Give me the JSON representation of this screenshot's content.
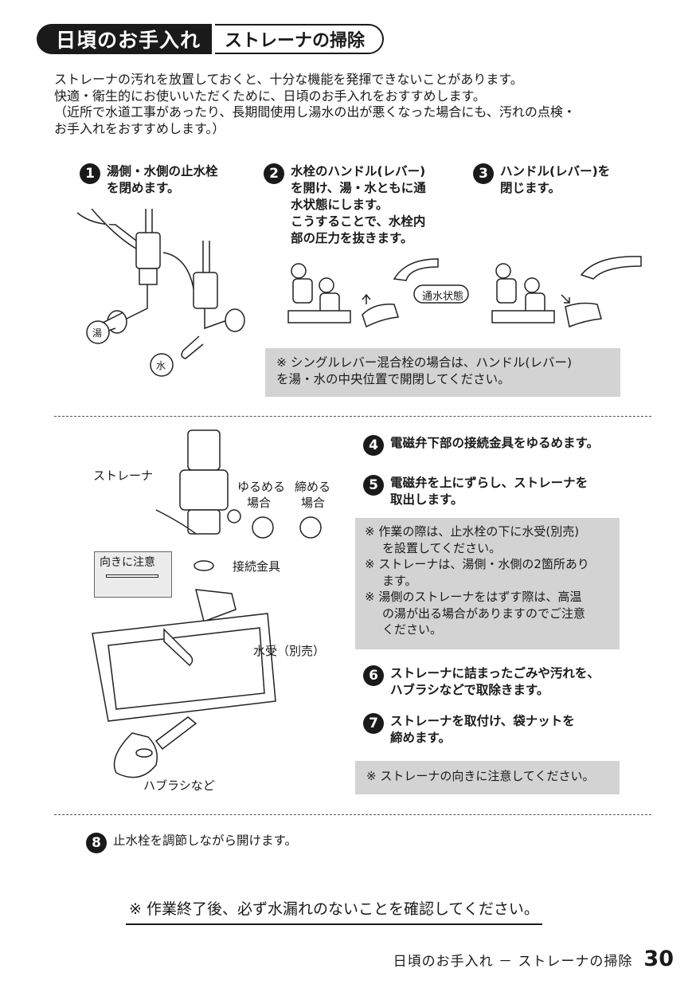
{
  "header": {
    "section": "日頃のお手入れ",
    "topic": "ストレーナの掃除"
  },
  "intro": [
    "ストレーナの汚れを放置しておくと、十分な機能を発揮できないことがあります。",
    "快適・衛生的にお使いいただくために、日頃のお手入れをおすすめします。",
    "（近所で水道工事があったり、長期間使用し湯水の出が悪くなった場合にも、汚れの点検・",
    "お手入れをおすすめします。）"
  ],
  "steps": {
    "s1": {
      "num": "1",
      "lines": [
        "湯側・水側の止水栓",
        "を閉めます。"
      ]
    },
    "s2": {
      "num": "2",
      "lines": [
        "水栓のハンドル(レバー)",
        "を開け、湯・水ともに通",
        "水状態にします。",
        "こうすることで、水栓内",
        "部の圧力を抜きます。"
      ]
    },
    "s3": {
      "num": "3",
      "lines": [
        "ハンドル(レバー)を",
        "閉じます。"
      ]
    },
    "s4": {
      "num": "4",
      "lines": [
        "電磁弁下部の接続金具をゆるめます。"
      ]
    },
    "s5": {
      "num": "5",
      "lines": [
        "電磁弁を上にずらし、ストレーナを",
        "取出します。"
      ]
    },
    "s6": {
      "num": "6",
      "lines": [
        "ストレーナに詰まったごみや汚れを、",
        "ハブラシなどで取除きます。"
      ]
    },
    "s7": {
      "num": "7",
      "lines": [
        "ストレーナを取付け、袋ナットを",
        "締めます。"
      ]
    },
    "s8": {
      "num": "8",
      "lines": [
        "止水栓を調節しながら開けます。"
      ]
    }
  },
  "notes": {
    "single_lever": [
      "※ シングルレバー混合栓の場合は、ハンドル(レバー)",
      "を湯・水の中央位置で開閉してください。"
    ],
    "work": [
      "※ 作業の際は、止水栓の下に水受(別売)を設置してください。",
      "※ ストレーナは、湯側・水側の2箇所あります。",
      "※ 湯側のストレーナをはずす際は、高温の湯が出る場合がありますのでご注意ください。"
    ],
    "work_lines": [
      "※ 作業の際は、止水栓の下に水受(別売)",
      "を設置してください。",
      "※ ストレーナは、湯側・水側の2箇所あり",
      "ます。",
      "※ 湯側のストレーナをはずす際は、高温",
      "の湯が出る場合がありますのでご注意",
      "ください。"
    ],
    "direction": "※ ストレーナの向きに注意してください。"
  },
  "labels": {
    "hot_mark": "湯",
    "cold_mark": "水",
    "flow_state": "通水状態",
    "strainer": "ストレーナ",
    "loosen": [
      "ゆるめる",
      "場合"
    ],
    "tighten": [
      "締める",
      "場合"
    ],
    "direction_caution": "向きに注意",
    "fitting": "接続金具",
    "water_tray": "水受（別売）",
    "toothbrush": "ハブラシなど"
  },
  "final_note": "※ 作業終了後、必ず水漏れのないことを確認してください。",
  "footer": {
    "text": "日頃のお手入れ － ストレーナの掃除",
    "page": "30"
  },
  "colors": {
    "ink": "#1a1a1a",
    "note_bg": "#d3d3d3"
  }
}
